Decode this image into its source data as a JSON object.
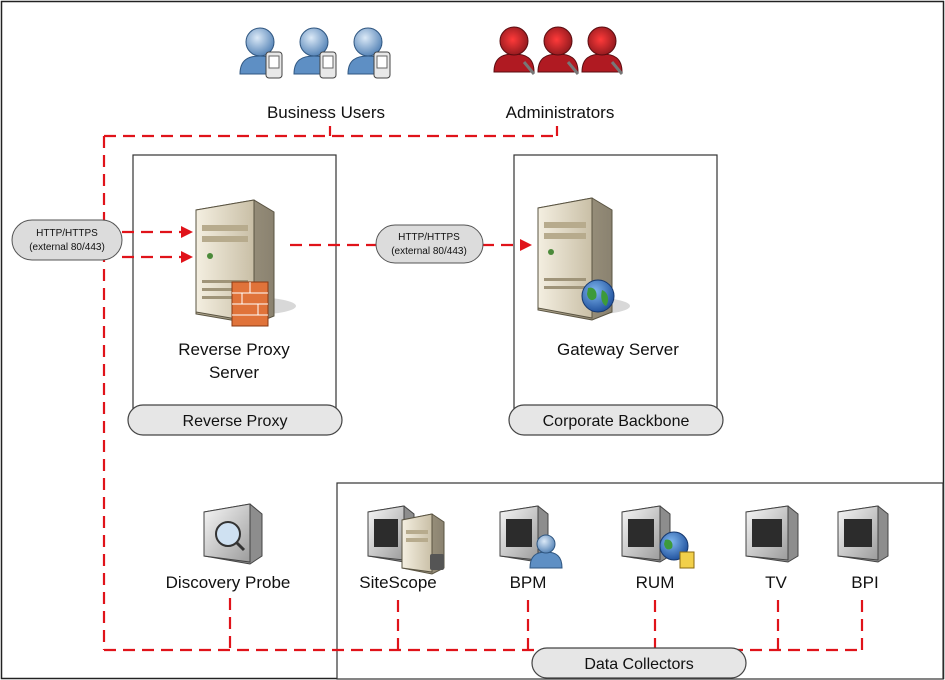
{
  "groups": {
    "business_users": "Business Users",
    "administrators": "Administrators"
  },
  "zones": {
    "reverse_proxy": "Reverse Proxy",
    "corporate_backbone": "Corporate Backbone",
    "data_collectors": "Data Collectors"
  },
  "servers": {
    "reverse_proxy_line1": "Reverse Proxy",
    "reverse_proxy_line2": "Server",
    "gateway": "Gateway Server"
  },
  "protocol_left": {
    "line1": "HTTP/HTTPS",
    "line2": "(external 80/443)"
  },
  "protocol_mid": {
    "line1": "HTTP/HTTPS",
    "line2": "(external 80/443)"
  },
  "discovery_probe": "Discovery Probe",
  "collectors": [
    "SiteScope",
    "BPM",
    "RUM",
    "TV",
    "BPI"
  ],
  "colors": {
    "connection": "#e0131a",
    "zone_pill": "#e6e6e6",
    "user_blue": "#6f9fd0",
    "admin_red": "#c81e28"
  }
}
